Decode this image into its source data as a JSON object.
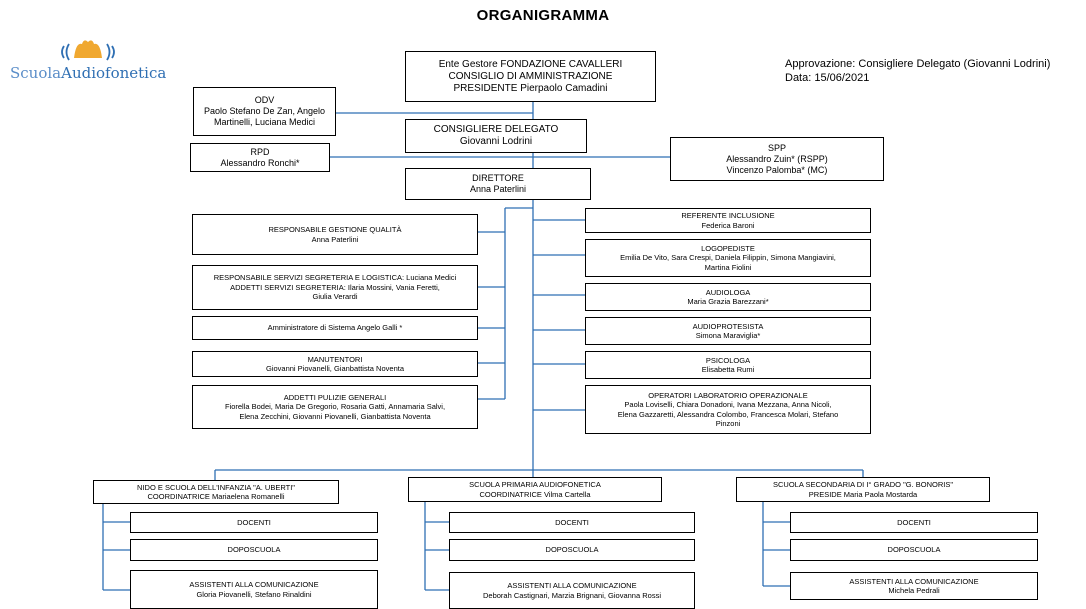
{
  "title": "ORGANIGRAMMA",
  "logo": {
    "part1": "Scuola",
    "part2": "Audiofonetica",
    "icon": "hands-logo-icon"
  },
  "approval": {
    "line1": "Approvazione: Consigliere Delegato (Giovanni Lodrini)",
    "line2": "Data: 15/06/2021"
  },
  "colors": {
    "line": "#2f6fb3",
    "border": "#000000",
    "logo": "#2f6fb3",
    "logo_badge": "#f0a830"
  },
  "top": {
    "ente": {
      "l1": "Ente Gestore FONDAZIONE CAVALLERI",
      "l2": "CONSIGLIO DI AMMINISTRAZIONE",
      "l3": "PRESIDENTE Pierpaolo Camadini"
    },
    "odv": {
      "l1": "ODV",
      "l2": "Paolo Stefano De Zan, Angelo",
      "l3": "Martinelli, Luciana Medici"
    },
    "consigliere": {
      "l1": "CONSIGLIERE DELEGATO",
      "l2": "Giovanni Lodrini"
    },
    "rpd": {
      "l1": "RPD",
      "l2": "Alessandro Ronchi*"
    },
    "spp": {
      "l1": "SPP",
      "l2": "Alessandro Zuin* (RSPP)",
      "l3": "Vincenzo Palomba* (MC)"
    },
    "direttore": {
      "l1": "DIRETTORE",
      "l2": "Anna Paterlini"
    }
  },
  "left_boxes": [
    {
      "l1": "RESPONSABILE GESTIONE QUALITÀ",
      "l2": "Anna Paterlini"
    },
    {
      "l1": "RESPONSABILE SERVIZI SEGRETERIA E LOGISTICA: Luciana Medici",
      "l2": "ADDETTI SERVIZI SEGRETERIA: Ilaria Mossini, Vania Feretti,",
      "l3": "Giulia Verardi"
    },
    {
      "l1": "Amministratore di Sistema Angelo Galli *"
    },
    {
      "l1": "MANUTENTORI",
      "l2": "Giovanni Piovanelli, Gianbattista Noventa"
    },
    {
      "l1": "ADDETTI PULIZIE GENERALI",
      "l2": "Fiorella Bodei, Maria De Gregorio, Rosaria Gatti, Annamaria Salvi,",
      "l3": "Elena Zecchini, Giovanni Piovanelli, Gianbattista Noventa"
    }
  ],
  "right_boxes": [
    {
      "l1": "REFERENTE INCLUSIONE",
      "l2": "Federica Baroni"
    },
    {
      "l1": "LOGOPEDISTE",
      "l2": "Emilia De Vito, Sara Crespi, Daniela Filippin, Simona Mangiavini,",
      "l3": "Martina Fiolini"
    },
    {
      "l1": "AUDIOLOGA",
      "l2": "Maria Grazia Barezzani*"
    },
    {
      "l1": "AUDIOPROTESISTA",
      "l2": "Simona Maraviglia*"
    },
    {
      "l1": "PSICOLOGA",
      "l2": "Elisabetta Rumi"
    },
    {
      "l1": "OPERATORI LABORATORIO OPERAZIONALE",
      "l2": "Paola Loviselli, Chiara Donadoni, Ivana Mezzana, Anna Nicoli,",
      "l3": "Elena Gazzaretti, Alessandra Colombo, Francesca Molari, Stefano",
      "l4": "Pinzoni"
    }
  ],
  "schools": [
    {
      "head": {
        "l1": "NIDO E SCUOLA DELL'INFANZIA \"A. UBERTI\"",
        "l2": "COORDINATRICE Mariaelena Romanelli"
      },
      "docenti": "DOCENTI",
      "doposcuola": "DOPOSCUOLA",
      "assistenti": {
        "l1": "ASSISTENTI ALLA COMUNICAZIONE",
        "l2": "Gloria Piovanelli, Stefano Rinaldini"
      }
    },
    {
      "head": {
        "l1": "SCUOLA PRIMARIA AUDIOFONETICA",
        "l2": "COORDINATRICE Vilma Cartella"
      },
      "docenti": "DOCENTI",
      "doposcuola": "DOPOSCUOLA",
      "assistenti": {
        "l1": "ASSISTENTI ALLA COMUNICAZIONE",
        "l2": "Deborah Castignari, Marzia Brignani, Giovanna Rossi"
      }
    },
    {
      "head": {
        "l1": "SCUOLA SECONDARIA DI I° GRADO \"G. BONORIS\"",
        "l2": "PRESIDE Maria Paola Mostarda"
      },
      "docenti": "DOCENTI",
      "doposcuola": "DOPOSCUOLA",
      "assistenti": {
        "l1": "ASSISTENTI ALLA COMUNICAZIONE",
        "l2": "Michela Pedrali"
      }
    }
  ]
}
